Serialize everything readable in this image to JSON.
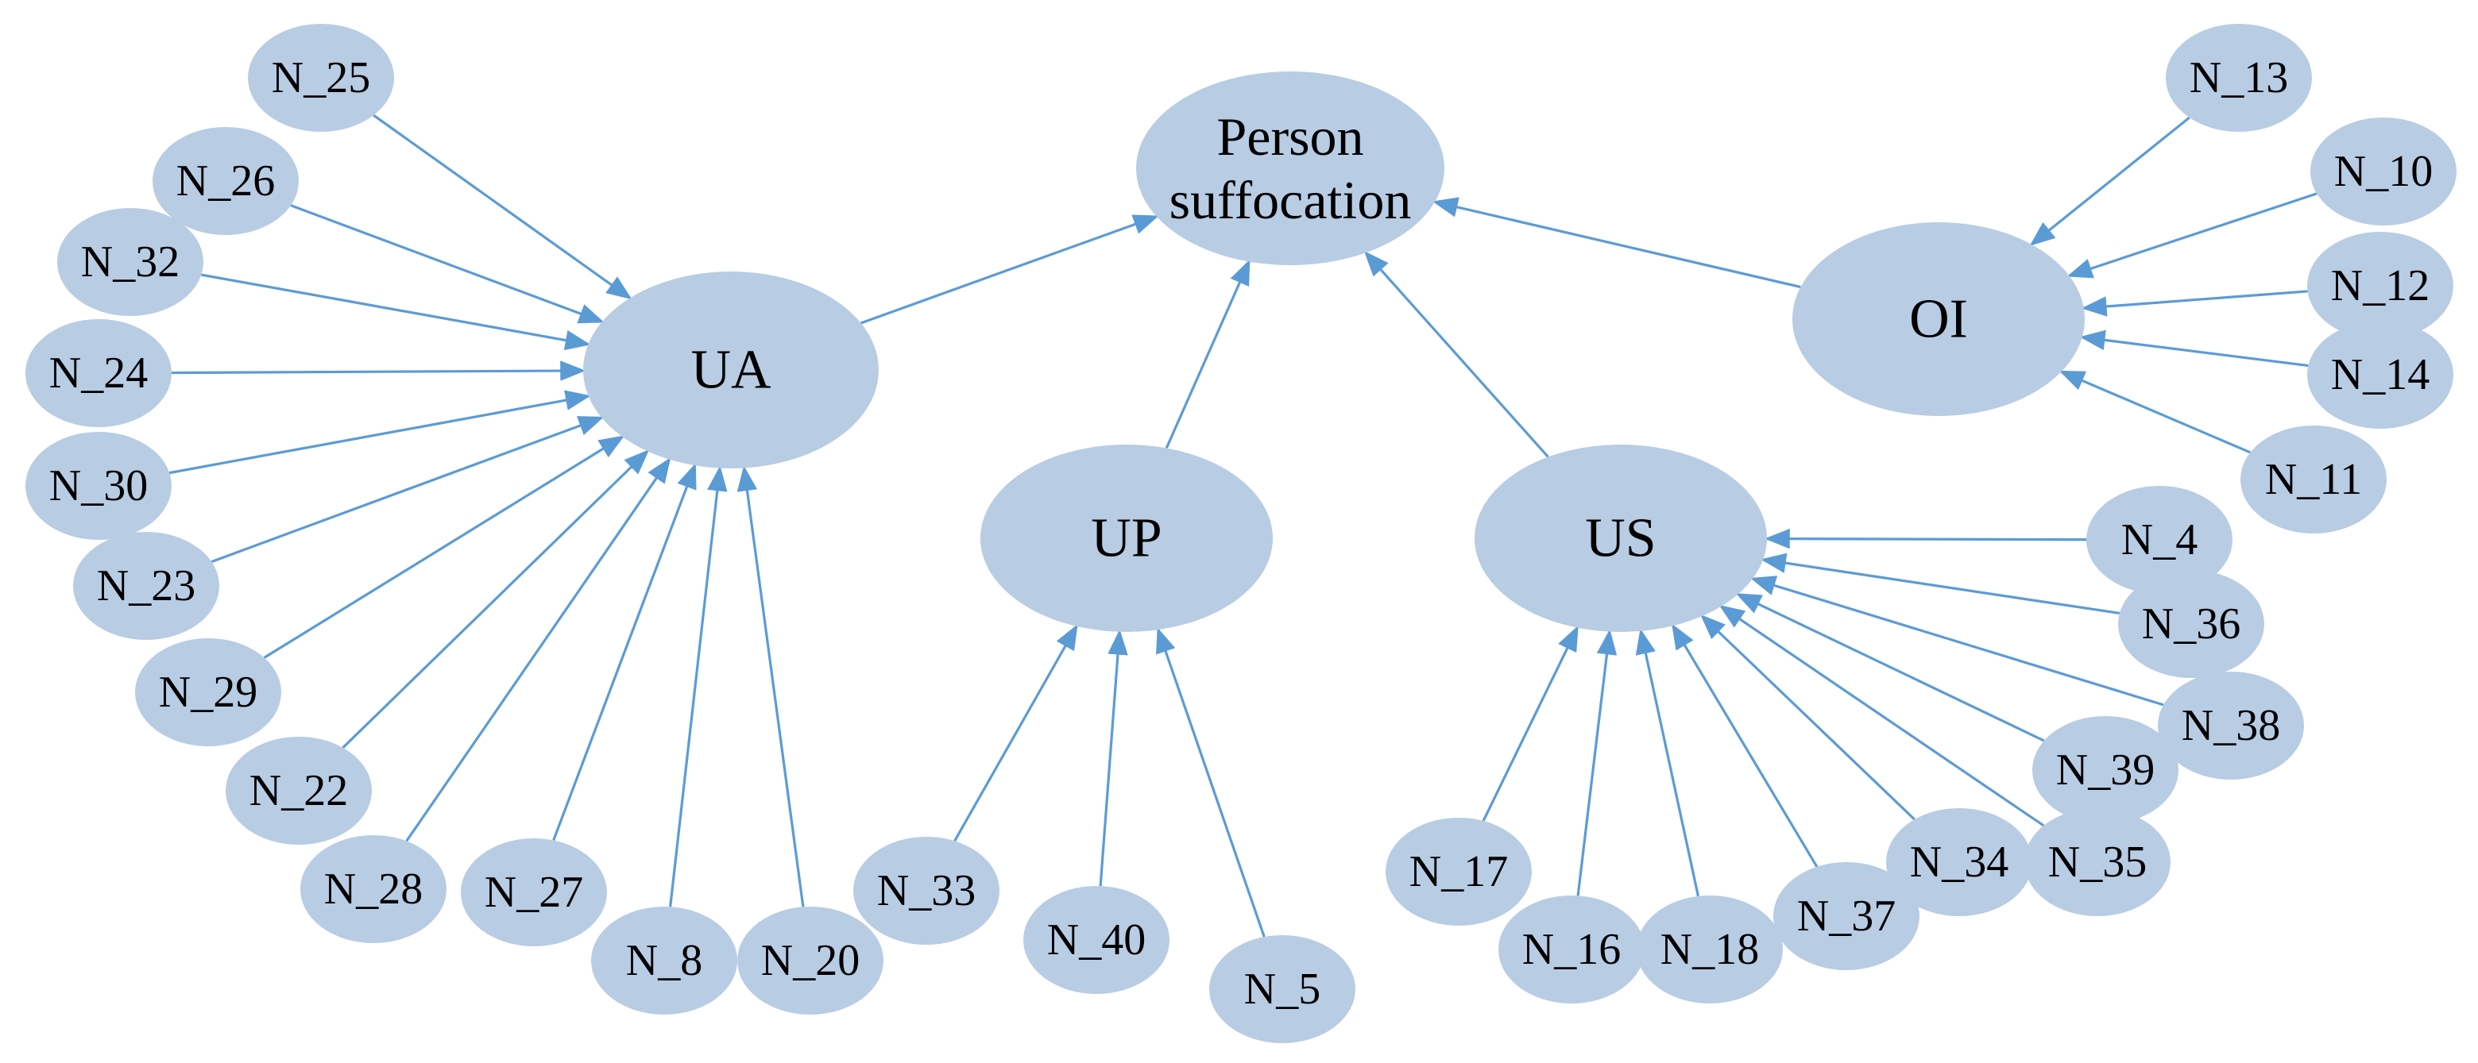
{
  "colors": {
    "node_fill": "#b8cce4",
    "edge": "#5b9bd5"
  },
  "nodes": {
    "root": {
      "line1": "Person",
      "line2": "suffocation"
    },
    "UA": "UA",
    "UP": "UP",
    "US": "US",
    "OI": "OI",
    "N_25": "N_25",
    "N_26": "N_26",
    "N_32": "N_32",
    "N_24": "N_24",
    "N_30": "N_30",
    "N_23": "N_23",
    "N_29": "N_29",
    "N_22": "N_22",
    "N_28": "N_28",
    "N_27": "N_27",
    "N_8": "N_8",
    "N_20": "N_20",
    "N_33": "N_33",
    "N_40": "N_40",
    "N_5": "N_5",
    "N_17": "N_17",
    "N_16": "N_16",
    "N_18": "N_18",
    "N_37": "N_37",
    "N_34": "N_34",
    "N_35": "N_35",
    "N_39": "N_39",
    "N_38": "N_38",
    "N_36": "N_36",
    "N_4": "N_4",
    "N_13": "N_13",
    "N_10": "N_10",
    "N_12": "N_12",
    "N_14": "N_14",
    "N_11": "N_11"
  },
  "edges": [
    [
      "UA",
      "root"
    ],
    [
      "UP",
      "root"
    ],
    [
      "US",
      "root"
    ],
    [
      "OI",
      "root"
    ],
    [
      "N_25",
      "UA"
    ],
    [
      "N_26",
      "UA"
    ],
    [
      "N_32",
      "UA"
    ],
    [
      "N_24",
      "UA"
    ],
    [
      "N_30",
      "UA"
    ],
    [
      "N_23",
      "UA"
    ],
    [
      "N_29",
      "UA"
    ],
    [
      "N_22",
      "UA"
    ],
    [
      "N_28",
      "UA"
    ],
    [
      "N_27",
      "UA"
    ],
    [
      "N_8",
      "UA"
    ],
    [
      "N_20",
      "UA"
    ],
    [
      "N_33",
      "UP"
    ],
    [
      "N_40",
      "UP"
    ],
    [
      "N_5",
      "UP"
    ],
    [
      "N_17",
      "US"
    ],
    [
      "N_16",
      "US"
    ],
    [
      "N_18",
      "US"
    ],
    [
      "N_37",
      "US"
    ],
    [
      "N_34",
      "US"
    ],
    [
      "N_35",
      "US"
    ],
    [
      "N_39",
      "US"
    ],
    [
      "N_38",
      "US"
    ],
    [
      "N_36",
      "US"
    ],
    [
      "N_4",
      "US"
    ],
    [
      "N_13",
      "OI"
    ],
    [
      "N_10",
      "OI"
    ],
    [
      "N_12",
      "OI"
    ],
    [
      "N_14",
      "OI"
    ],
    [
      "N_11",
      "OI"
    ]
  ]
}
